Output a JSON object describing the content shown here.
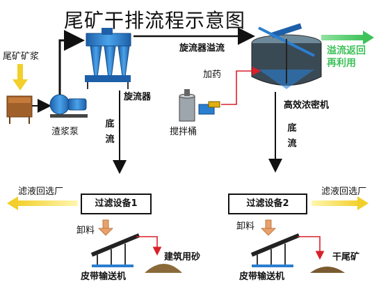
{
  "title": "尾矿干排流程示意图",
  "labels": {
    "tailings_slurry": "尾矿矿浆",
    "slurry_pump": "渣浆泵",
    "hydrocyclone": "旋流器",
    "cyclone_overflow": "旋流器溢流",
    "add_reagent": "加药",
    "stirring_tank": "搅拌桶",
    "thickener": "高效浓密机",
    "overflow_reuse_line1": "溢流返回",
    "overflow_reuse_line2": "再利用",
    "underflow_left_1": "底",
    "underflow_left_2": "流",
    "underflow_right_1": "底",
    "underflow_right_2": "流",
    "filtrate_return_left": "滤液回选厂",
    "filtrate_return_right": "滤液回选厂",
    "filter_1": "过滤设备1",
    "filter_2": "过滤设备2",
    "discharge_left": "卸料",
    "discharge_right": "卸料",
    "belt_conveyor_left": "皮带输送机",
    "belt_conveyor_right": "皮带输送机",
    "construction_sand": "建筑用砂",
    "dry_tailings": "干尾矿"
  },
  "colors": {
    "arrow_black": "#111111",
    "arrow_red": "#d8202a",
    "arrow_yellow": "#f2cf2a",
    "arrow_green": "#3ec25a",
    "equipment_blue": "#2a7fd0",
    "tank_brown": "#a0602a",
    "discharge_orange": "#e9a06a"
  }
}
